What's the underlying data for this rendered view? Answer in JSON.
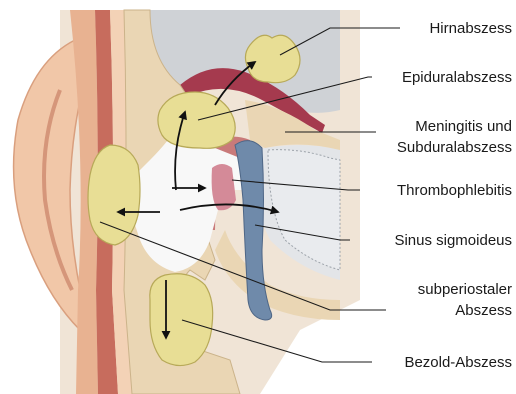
{
  "labels": {
    "hirnabszess": "Hirnabszess",
    "epiduralabszess": "Epiduralabszess",
    "meningitis_line1": "Meningitis und",
    "meningitis_line2": "Subduralabszess",
    "thrombophlebitis": "Thrombophlebitis",
    "sinus_sigmoideus": "Sinus sigmoideus",
    "subperiostaler_line1": "subperiostaler",
    "subperiostaler_line2": "Abszess",
    "bezold": "Bezold-Abszess"
  },
  "colors": {
    "skin": "#f1c7a8",
    "bone": "#ead6b4",
    "abscess": "#e8de95",
    "brain": "#c9cdd1",
    "dura": "#a53a4e",
    "sinus": "#6f8aaa",
    "cavity": "#f7f7f7"
  }
}
